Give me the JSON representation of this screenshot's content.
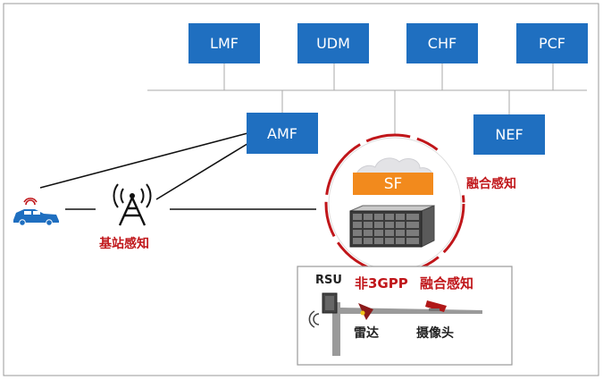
{
  "network_functions": {
    "lmf": "LMF",
    "udm": "UDM",
    "chf": "CHF",
    "pcf": "PCF",
    "amf": "AMF",
    "nef": "NEF",
    "sf": "SF"
  },
  "labels": {
    "base_station_sensing": "基站感知",
    "fusion_sensing_top": "融合感知",
    "non3gpp_prefix": "非3GPP",
    "fusion_sensing_bottom": "融合感知",
    "rsu": "RSU",
    "radar": "雷达",
    "camera": "摄像头"
  },
  "colors": {
    "nf_blue": "#1f6fc0",
    "sf_orange": "#f28a1d",
    "accent_red": "#c0161a",
    "line_gray": "#aaaaaa",
    "car_blue": "#1f6fc0"
  }
}
